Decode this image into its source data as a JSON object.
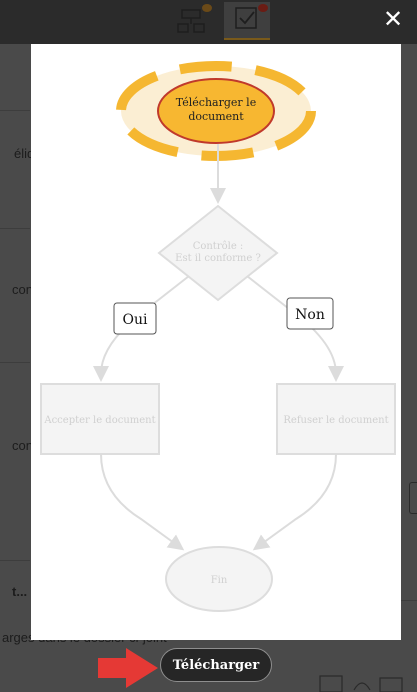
{
  "close_label": "✕",
  "background": {
    "fragments": [
      {
        "id": "frag-1",
        "text": "élid"
      },
      {
        "id": "frag-2",
        "text": "con"
      },
      {
        "id": "frag-3",
        "text": "con"
      },
      {
        "id": "frag-4",
        "text": "t..."
      },
      {
        "id": "frag-5",
        "text": "arges dans le dossier ci-joint"
      }
    ]
  },
  "diagram": {
    "start_node": {
      "line1": "Télécharger le",
      "line2": "document"
    },
    "decision_node": {
      "line1": "Contrôle :",
      "line2": "Est il conforme ?"
    },
    "yes_label": "Oui",
    "no_label": "Non",
    "accept_node": "Accepter le document",
    "reject_node": "Refuser le document",
    "end_node": "Fin"
  },
  "footer": {
    "download_label": "Télécharger"
  },
  "colors": {
    "start_fill": "#f7b731",
    "start_stroke": "#c0392b",
    "highlight_ring": "#f5b731",
    "faded_fill": "#f2f2f2",
    "faded_stroke": "#dddddd",
    "faded_text": "#d0d0d0",
    "arrow": "#e53935"
  }
}
